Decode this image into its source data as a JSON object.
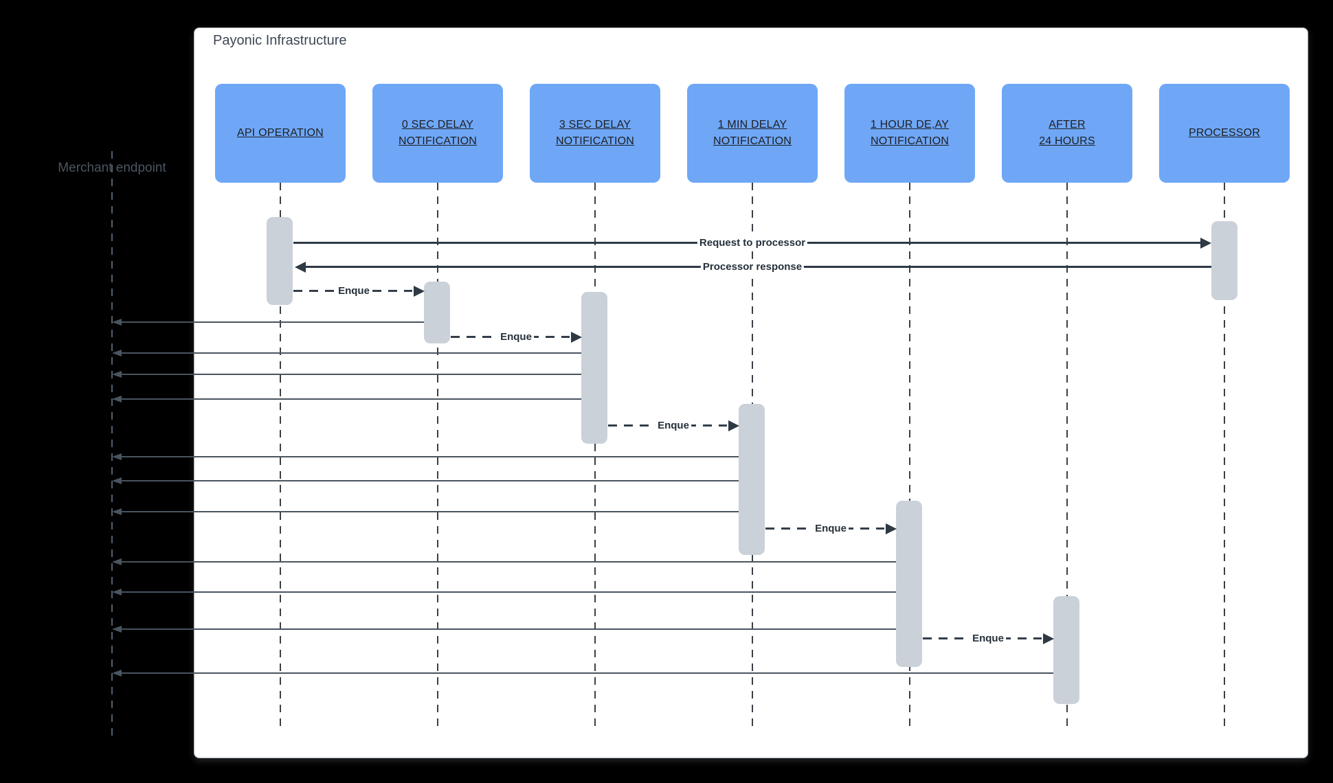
{
  "diagram": {
    "title": "Payonic Infrastructure",
    "external_actor": {
      "label": "Merchant endpoint"
    },
    "actors": [
      {
        "label": "API OPERATION"
      },
      {
        "label": "0 SEC DELAY\nNOTIFICATION"
      },
      {
        "label": "3 SEC DELAY\nNOTIFICATION"
      },
      {
        "label": "1 MIN DELAY\nNOTIFICATION"
      },
      {
        "label": "1 HOUR DE,AY\nNOTIFICATION"
      },
      {
        "label": "AFTER\n24 HOURS"
      },
      {
        "label": "PROCESSOR"
      }
    ],
    "messages": {
      "request": {
        "label": "Request to processor"
      },
      "response": {
        "label": "Processor response"
      },
      "enqueue": [
        {
          "label": "Enque"
        },
        {
          "label": "Enque"
        },
        {
          "label": "Enque"
        },
        {
          "label": "Enque"
        },
        {
          "label": "Enque"
        }
      ]
    },
    "colors": {
      "background": "#000000",
      "panel": "#FFFFFF",
      "actor_fill": "#6FA7F6",
      "activation_fill": "#CBD1D9",
      "lifeline": "#3A3F45",
      "external_lifeline": "#545F6C",
      "message_line": "#2E3944",
      "external_arrow": "#49545F",
      "external_text": "#4A5662",
      "title_text": "#3D4653"
    }
  }
}
